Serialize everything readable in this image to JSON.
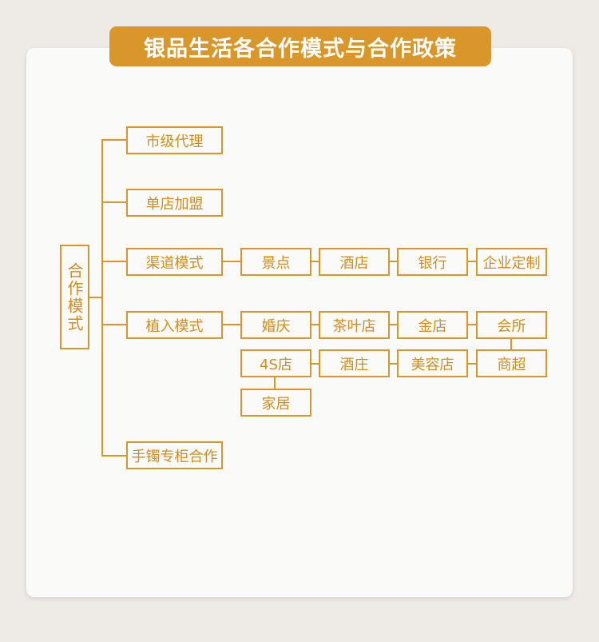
{
  "title": "银品生活各合作模式与合作政策",
  "root": "合作模式",
  "level1": [
    "市级代理",
    "单店加盟",
    "渠道模式",
    "植入模式",
    "手镯专柜合作"
  ],
  "channel": [
    "景点",
    "酒店",
    "银行",
    "企业定制"
  ],
  "embed_row1": [
    "婚庆",
    "茶叶店",
    "金店",
    "会所"
  ],
  "embed_row2": [
    "4S店",
    "酒庄",
    "美容店",
    "商超"
  ],
  "embed_row3": [
    "家居"
  ],
  "colors": {
    "accent": "#d9962a",
    "card": "#fafaf8",
    "page": "#eeebe6"
  }
}
